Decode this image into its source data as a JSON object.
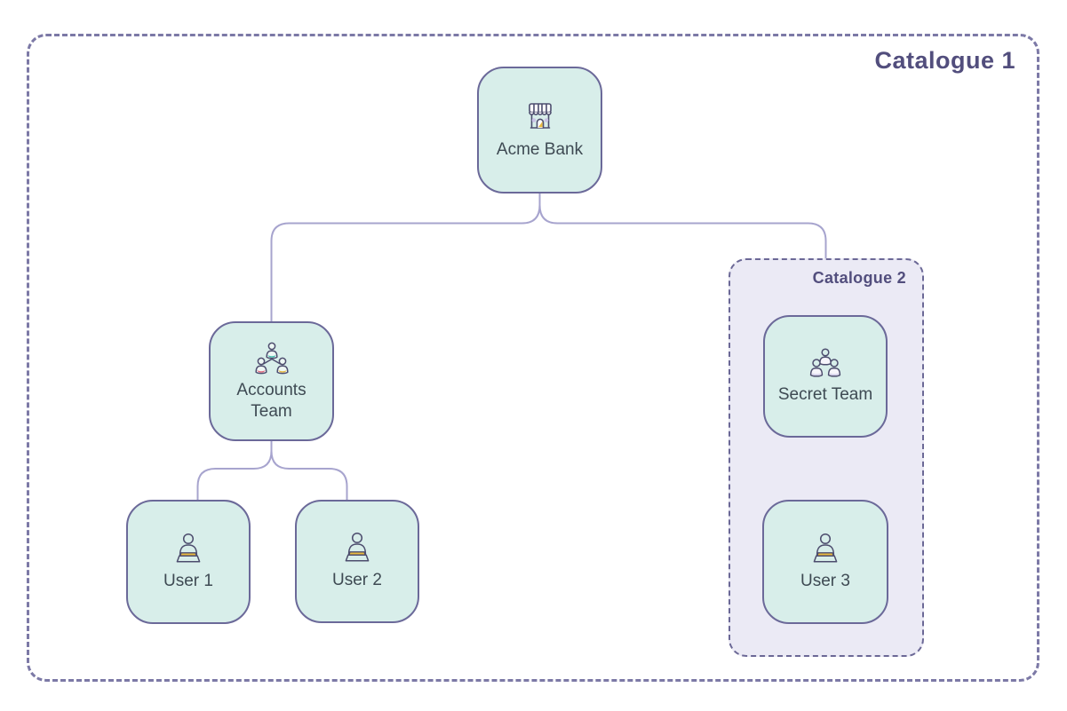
{
  "diagram": {
    "catalogue1_label": "Catalogue 1",
    "catalogue2_label": "Catalogue 2"
  },
  "nodes": {
    "acme_bank": {
      "label": "Acme Bank",
      "icon": "storefront-icon"
    },
    "accounts_team": {
      "label": "Accounts Team",
      "icon": "org-team-icon"
    },
    "user_1": {
      "label": "User 1",
      "icon": "laptop-user-icon"
    },
    "user_2": {
      "label": "User 2",
      "icon": "laptop-user-icon"
    },
    "secret_team": {
      "label": "Secret Team",
      "icon": "group-team-icon"
    },
    "user_3": {
      "label": "User 3",
      "icon": "laptop-user-icon"
    }
  },
  "edges": [
    {
      "from": "acme_bank",
      "to": "accounts_team"
    },
    {
      "from": "acme_bank",
      "to": "catalogue_2"
    },
    {
      "from": "accounts_team",
      "to": "user_1"
    },
    {
      "from": "accounts_team",
      "to": "user_2"
    }
  ],
  "colors": {
    "node_fill": "#d8eeea",
    "node_border": "#6b6999",
    "edge_line": "#a7a4ce",
    "catalogue_border": "#7c79a6",
    "catalogue2_fill": "#ebeaf5",
    "node_label_text": "#3e4a53",
    "catalogue_label_text": "#524e7d",
    "accent_yellow": "#e8b93e",
    "accent_teal": "#45bfae",
    "accent_pink": "#e4697f",
    "accent_lavender": "#cfcae9"
  }
}
